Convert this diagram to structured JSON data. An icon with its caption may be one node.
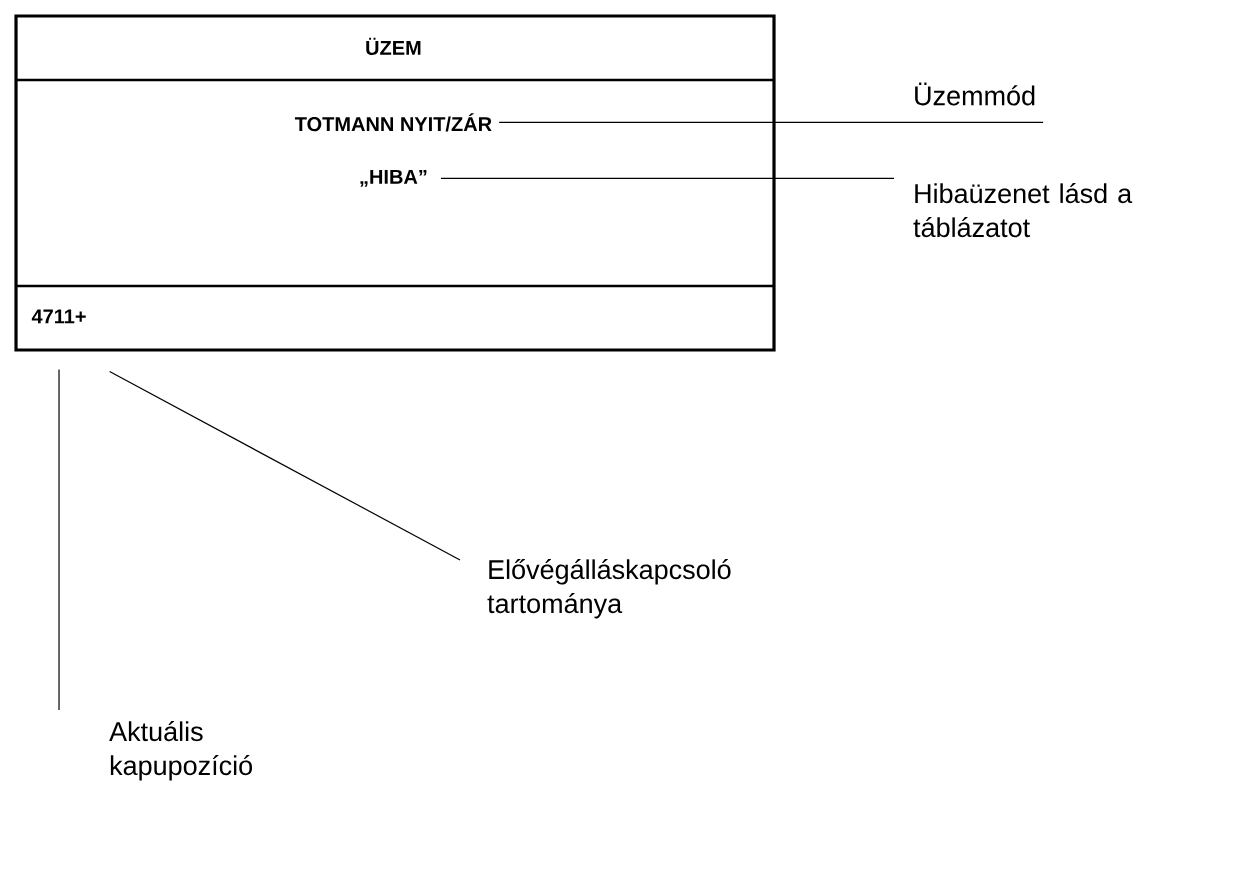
{
  "diagram": {
    "nodes": [
      {
        "text": [],
        "shape": "box"
      },
      {
        "text": [
          "ÜZEM"
        ],
        "in": 0
      },
      {
        "text": [
          "TOTMANN NYIT/ZÁR"
        ],
        "in": 0
      },
      {
        "text": [
          "„HIBA”"
        ],
        "in": 0
      },
      {
        "text": [
          "4711+"
        ],
        "in": 0
      },
      {
        "text": [
          "Üzemmód"
        ]
      },
      {
        "text": [
          "Hibaüzenet lásd a táblázatot"
        ]
      },
      {
        "text": [
          "Elővégálláskapcsoló tartománya"
        ]
      },
      {
        "text": [
          "Aktuális kapupozíció"
        ]
      }
    ],
    "edges": [
      {
        "from": 5,
        "to": 2,
        "arrow": "none"
      },
      {
        "from": 6,
        "to": 3,
        "arrow": "none"
      },
      {
        "from": 7,
        "to": 4,
        "arrow": "none"
      },
      {
        "from": 8,
        "to": 4,
        "arrow": "none"
      }
    ]
  }
}
